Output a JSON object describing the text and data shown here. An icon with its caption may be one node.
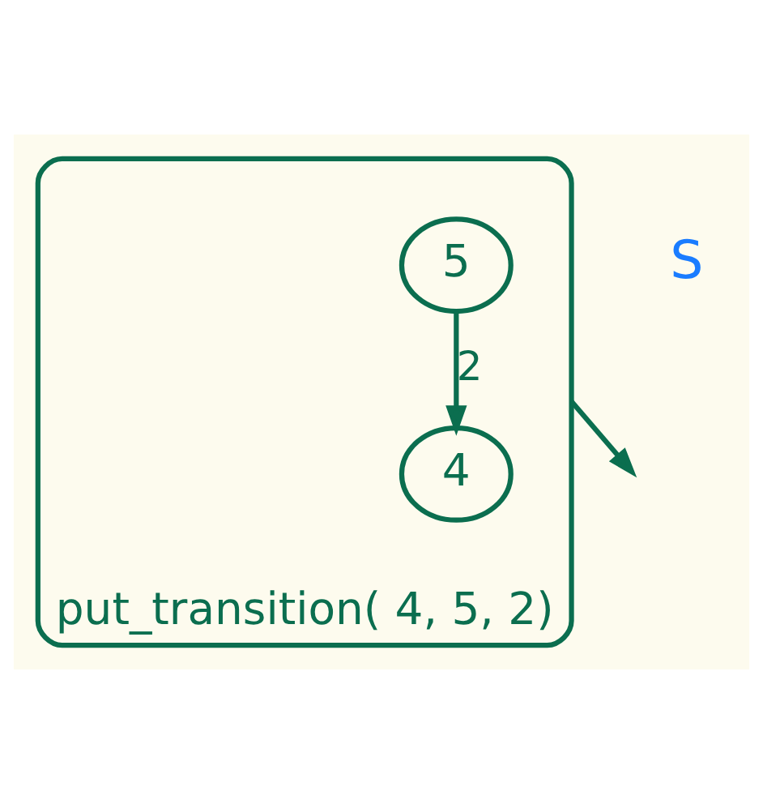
{
  "diagram": {
    "nodes": [
      {
        "text": [
          "put_transition( 4, 5, 2)"
        ]
      },
      {
        "text": [
          "5"
        ],
        "in": 0
      },
      {
        "text": [
          "4"
        ],
        "in": 0
      }
    ],
    "edges": [
      {
        "from": 1,
        "to": 2,
        "label": "2",
        "arrow": "to"
      },
      {
        "from": 0,
        "to": null,
        "arrow": "to"
      }
    ],
    "labels": [
      "S"
    ]
  }
}
